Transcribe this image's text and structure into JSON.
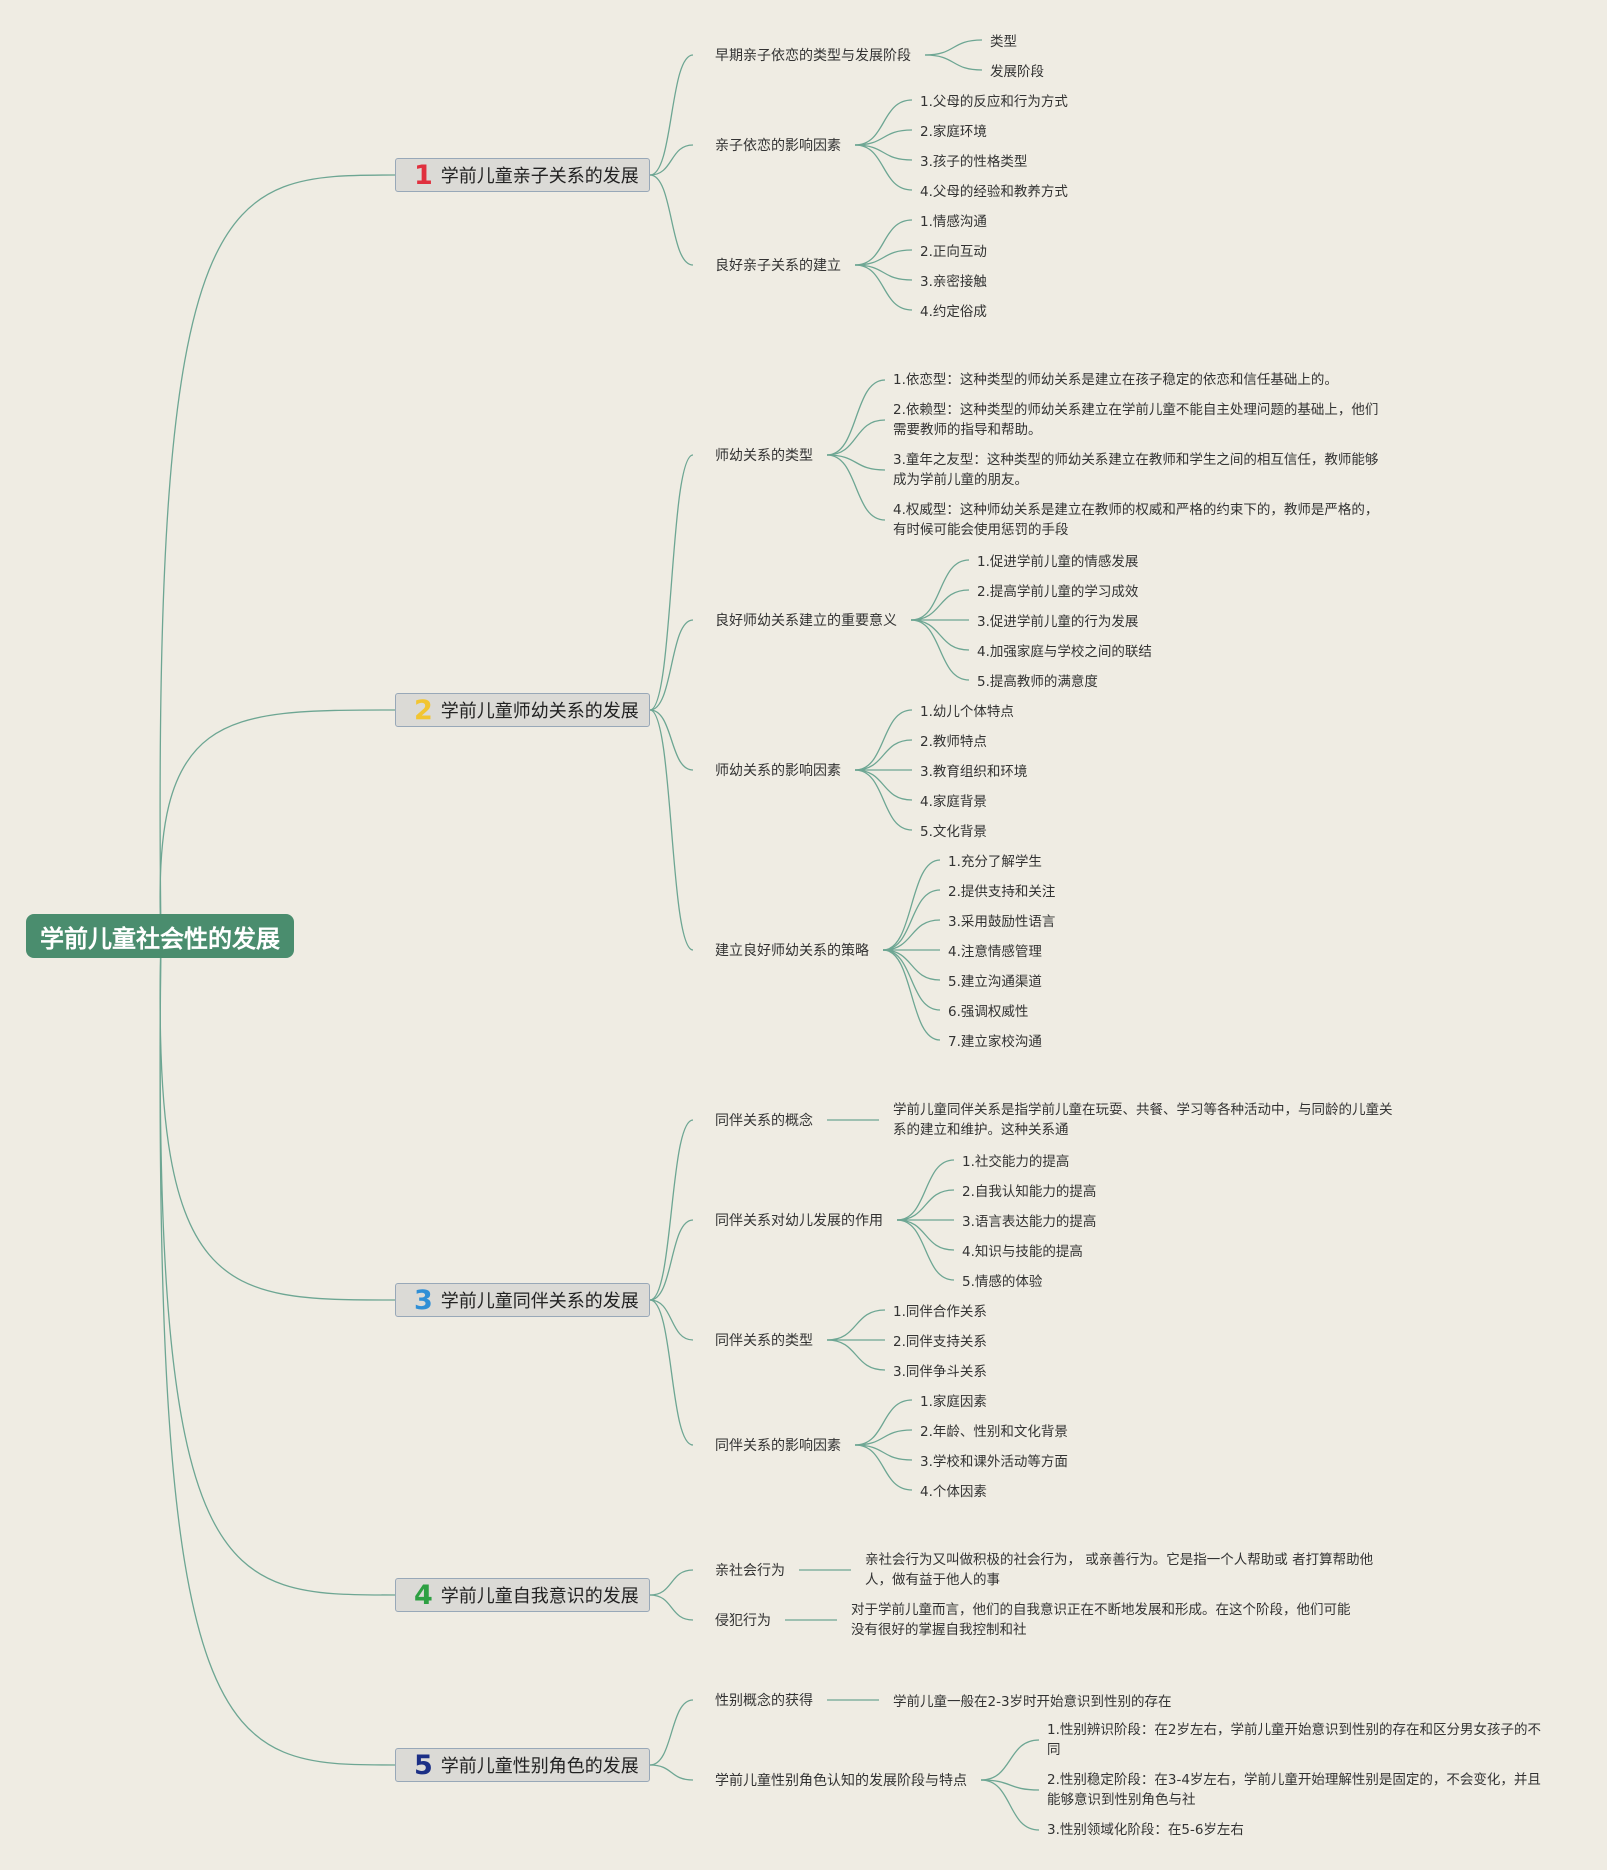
{
  "root": "学前儿童社会性的发展",
  "branches": [
    {
      "num": "1",
      "num_color": "#e0303e",
      "label": "学前儿童亲子关系的发展",
      "children": [
        {
          "label": "早期亲子依恋的类型与发展阶段",
          "children": [
            "类型",
            "发展阶段"
          ]
        },
        {
          "label": "亲子依恋的影响因素",
          "children": [
            "1.父母的反应和行为方式",
            "2.家庭环境",
            "3.孩子的性格类型",
            "4.父母的经验和教养方式"
          ]
        },
        {
          "label": "良好亲子关系的建立",
          "children": [
            "1.情感沟通",
            "2.正向互动",
            "3.亲密接触",
            "4.约定俗成"
          ]
        }
      ]
    },
    {
      "num": "2",
      "num_color": "#f2c531",
      "label": "学前儿童师幼关系的发展",
      "children": [
        {
          "label": "师幼关系的类型",
          "children": [
            "1.依恋型：这种类型的师幼关系是建立在孩子稳定的依恋和信任基础上的。",
            "2.依赖型：这种类型的师幼关系建立在学前儿童不能自主处理问题的基础上，他们需要教师的指导和帮助。",
            "3.童年之友型：这种类型的师幼关系建立在教师和学生之间的相互信任，教师能够成为学前儿童的朋友。",
            "4.权威型：这种师幼关系是建立在教师的权威和严格的约束下的，教师是严格的，有时候可能会使用惩罚的手段"
          ]
        },
        {
          "label": "良好师幼关系建立的重要意义",
          "children": [
            "1.促进学前儿童的情感发展",
            "2.提高学前儿童的学习成效",
            "3.促进学前儿童的行为发展",
            "4.加强家庭与学校之间的联结",
            "5.提高教师的满意度"
          ]
        },
        {
          "label": "师幼关系的影响因素",
          "children": [
            "1.幼儿个体特点",
            "2.教师特点",
            "3.教育组织和环境",
            "4.家庭背景",
            "5.文化背景"
          ]
        },
        {
          "label": "建立良好师幼关系的策略",
          "children": [
            "1.充分了解学生",
            "2.提供支持和关注",
            "3.采用鼓励性语言",
            "4.注意情感管理",
            "5.建立沟通渠道",
            "6.强调权威性",
            "7.建立家校沟通"
          ]
        }
      ]
    },
    {
      "num": "3",
      "num_color": "#2f8fd6",
      "label": "学前儿童同伴关系的发展",
      "children": [
        {
          "label": "同伴关系的概念",
          "children": [
            "学前儿童同伴关系是指学前儿童在玩耍、共餐、学习等各种活动中，与同龄的儿童关系的建立和维护。这种关系通"
          ]
        },
        {
          "label": "同伴关系对幼儿发展的作用",
          "children": [
            "1.社交能力的提高",
            "2.自我认知能力的提高",
            "3.语言表达能力的提高",
            "4.知识与技能的提高",
            "5.情感的体验"
          ]
        },
        {
          "label": "同伴关系的类型",
          "children": [
            "1.同伴合作关系",
            "2.同伴支持关系",
            "3.同伴争斗关系"
          ]
        },
        {
          "label": "同伴关系的影响因素",
          "children": [
            "1.家庭因素",
            "2.年龄、性别和文化背景",
            "3.学校和课外活动等方面",
            "4.个体因素"
          ]
        }
      ]
    },
    {
      "num": "4",
      "num_color": "#2ea043",
      "label": "学前儿童自我意识的发展",
      "children": [
        {
          "label": "亲社会行为",
          "children": [
            "亲社会行为又叫做积极的社会行为， 或亲善行为。它是指一个人帮助或 者打算帮助他人，做有益于他人的事"
          ]
        },
        {
          "label": "侵犯行为",
          "children": [
            "对于学前儿童而言，他们的自我意识正在不断地发展和形成。在这个阶段，他们可能没有很好的掌握自我控制和社"
          ]
        }
      ]
    },
    {
      "num": "5",
      "num_color": "#1b2f86",
      "label": "学前儿童性别角色的发展",
      "children": [
        {
          "label": "性别概念的获得",
          "children": [
            "学前儿童一般在2-3岁时开始意识到性别的存在"
          ]
        },
        {
          "label": "学前儿童性别角色认知的发展阶段与特点",
          "children": [
            "1.性别辨识阶段：在2岁左右，学前儿童开始意识到性别的存在和区分男女孩子的不同",
            "2.性别稳定阶段：在3-4岁左右，学前儿童开始理解性别是固定的，不会变化，并且能够意识到性别角色与社",
            "3.性别领域化阶段：在5-6岁左右"
          ]
        }
      ]
    }
  ]
}
